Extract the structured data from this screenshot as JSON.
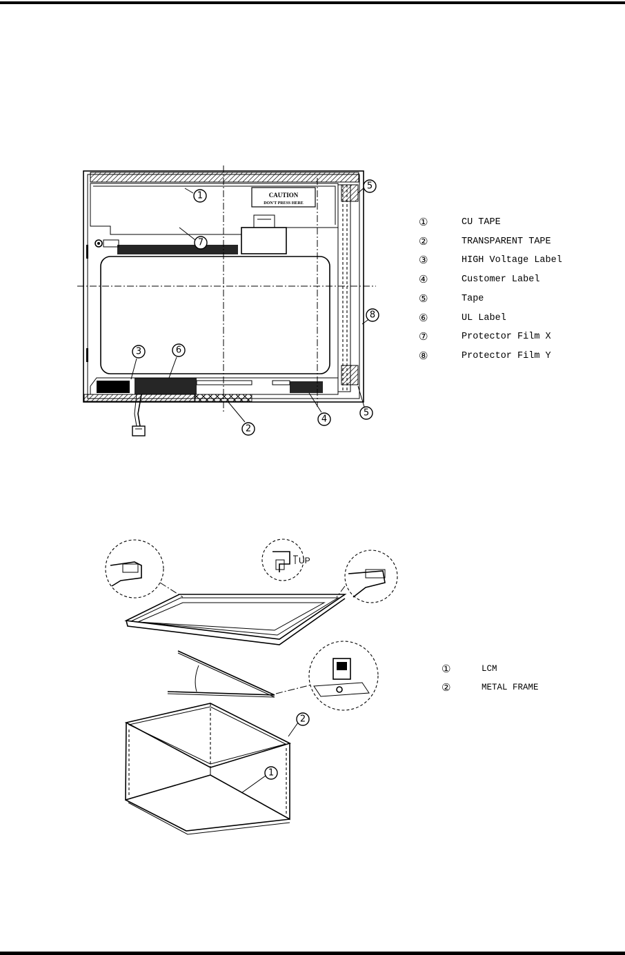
{
  "figure1": {
    "caution_title": "CAUTION",
    "caution_sub": "DON'T PRESS HERE",
    "callouts": [
      "1",
      "7",
      "5",
      "3",
      "6",
      "2",
      "4",
      "5",
      "8"
    ],
    "legend": [
      {
        "num": "①",
        "label": "CU TAPE"
      },
      {
        "num": "②",
        "label": "TRANSPARENT TAPE"
      },
      {
        "num": "③",
        "label": "HIGH Voltage Label"
      },
      {
        "num": "④",
        "label": "Customer Label"
      },
      {
        "num": "⑤",
        "label": "Tape"
      },
      {
        "num": "⑥",
        "label": "UL Label"
      },
      {
        "num": "⑦",
        "label": "Protector Film X"
      },
      {
        "num": "⑧",
        "label": "Protector Film Y"
      }
    ]
  },
  "figure2": {
    "up_label": "UP",
    "callouts": [
      "2",
      "1"
    ],
    "legend": [
      {
        "num": "①",
        "label": "LCM"
      },
      {
        "num": "②",
        "label": "METAL FRAME"
      }
    ]
  }
}
